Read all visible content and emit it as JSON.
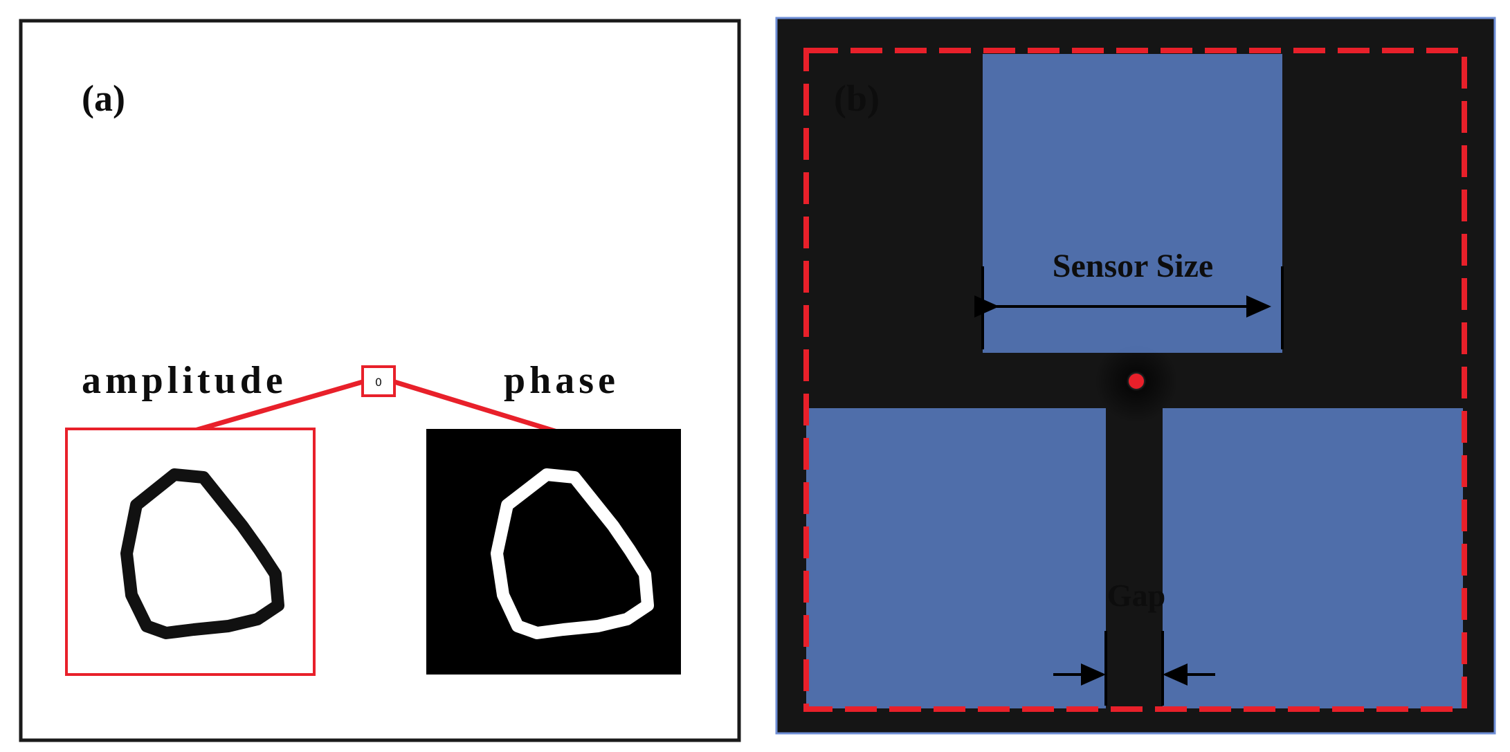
{
  "panel_a": {
    "label": "(a)",
    "amplitude_label": "amplitude",
    "phase_label": "phase",
    "center_digit": "0",
    "colors": {
      "frame": "#1a1a1a",
      "highlight": "#e8202a",
      "amplitude_background": "#ffffff",
      "phase_background": "#000000",
      "stroke_on_white": "#111111",
      "stroke_on_black": "#ffffff"
    }
  },
  "panel_b": {
    "label": "(b)",
    "sensor_size_label": "Sensor Size",
    "gap_label": "Gap",
    "colors": {
      "frame": "#6e8ed6",
      "dashed_boundary": "#e8202a",
      "sensor_overlay": "#5b7fc7",
      "source_point": "#e8202a",
      "fringe_dark": "#111111",
      "fringe_light": "#f5f5f5",
      "arrow": "#000000"
    }
  }
}
